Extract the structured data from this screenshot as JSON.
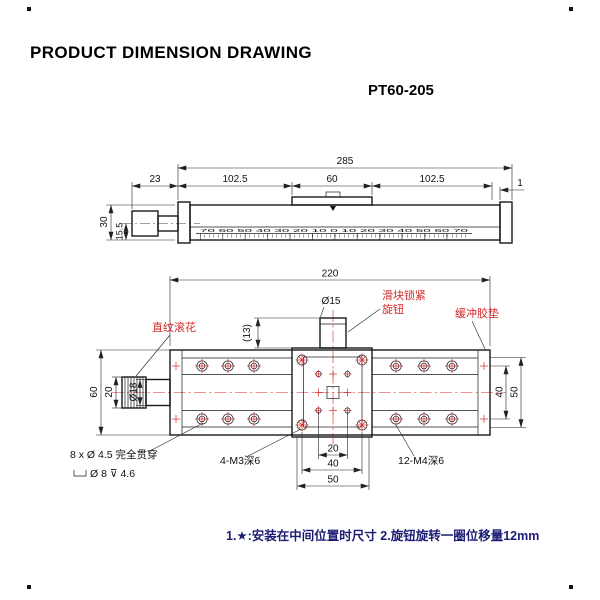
{
  "header": {
    "title": "PRODUCT DIMENSION DRAWING",
    "model": "PT60-205"
  },
  "side_view": {
    "dim_overall": "285",
    "dim_knob": "23",
    "dim_left": "102.5",
    "dim_center": "60",
    "dim_right": "102.5",
    "dim_end": "1",
    "dim_height": "30",
    "dim_base": "15.5",
    "ruler": "70 60 50 40 30 20 10 0 10 20 30 40 50 60 70"
  },
  "plan_view": {
    "dim_length": "220",
    "dim_knob_dia": "Ø15",
    "dim_knob_len": "(13)",
    "dim_width": "60",
    "dim_knob_h": "20",
    "dim_shaft_dia": "Ø18",
    "dim_rows": "40",
    "dim_body": "50",
    "dim_b20": "20",
    "dim_b40": "40",
    "dim_b50": "50",
    "label_lock_line1": "滑块锁紧",
    "label_lock_line2": "旋钮",
    "label_buffer": "缓冲胶垫",
    "label_knurl": "直纹滚花",
    "label_thru": "8 x Ø 4.5 完全贯穿",
    "label_cbore": "Ø 8 ⊽ 4.6",
    "label_m3": "4-M3深6",
    "label_m4": "12-M4深6"
  },
  "notes": {
    "line": "1.★:安装在中间位置时尺寸  2.旋钮旋转一圈位移量12mm"
  },
  "colors": {
    "label_red": "#d42a2a",
    "note_ink": "#1c1c74",
    "line_ink": "#1a1a1a"
  }
}
